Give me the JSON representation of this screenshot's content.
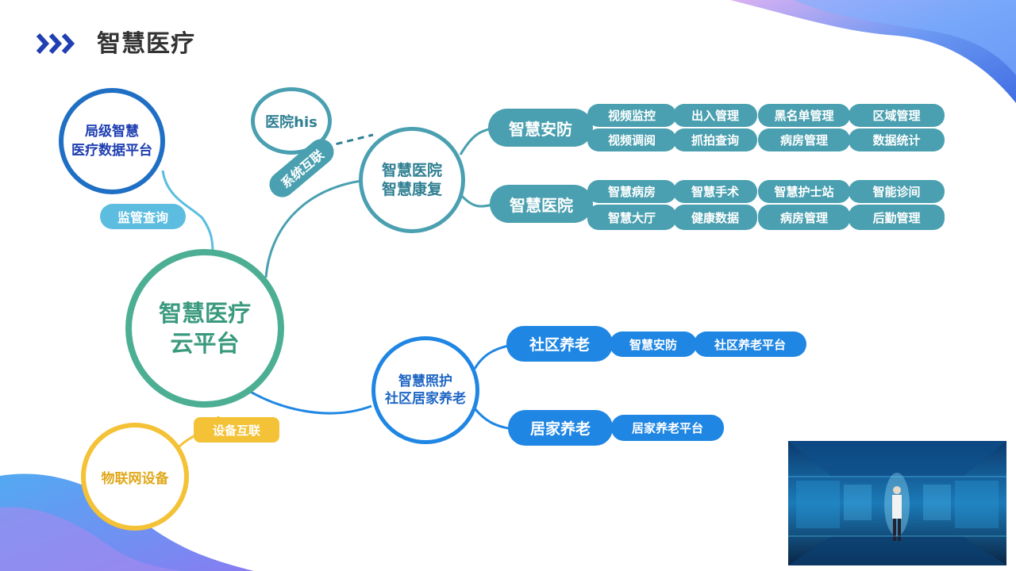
{
  "title": "智慧医疗",
  "center": {
    "line1": "智慧医疗",
    "line2": "云平台"
  },
  "top_left": {
    "line1": "局级智慧",
    "line2": "医疗数据平台",
    "link": "监管查询"
  },
  "his": {
    "label": "医院his",
    "link": "系统互联"
  },
  "hospital": {
    "line1": "智慧医院",
    "line2": "智慧康复",
    "security": {
      "label": "智慧安防",
      "items": [
        "视频监控",
        "出入管理",
        "黑名单管理",
        "区域管理",
        "视频调阅",
        "抓拍查询",
        "病房管理",
        "数据统计"
      ]
    },
    "smart_hospital": {
      "label": "智慧医院",
      "items": [
        "智慧病房",
        "智慧手术",
        "智慧护士站",
        "智能诊间",
        "智慧大厅",
        "健康数据",
        "病房管理",
        "后勤管理"
      ]
    }
  },
  "care": {
    "line1": "智慧照护",
    "line2": "社区居家养老",
    "community": {
      "label": "社区养老",
      "items": [
        "智慧安防",
        "社区养老平台"
      ]
    },
    "home": {
      "label": "居家养老",
      "items": [
        "居家养老平台"
      ]
    }
  },
  "iot": {
    "label": "物联网设备",
    "link": "设备互联"
  },
  "colors": {
    "teal": "#4aa0b0",
    "blue": "#1f86e3",
    "green": "#4caf93",
    "yellow": "#f4c237",
    "navy": "#1f3fb2"
  }
}
